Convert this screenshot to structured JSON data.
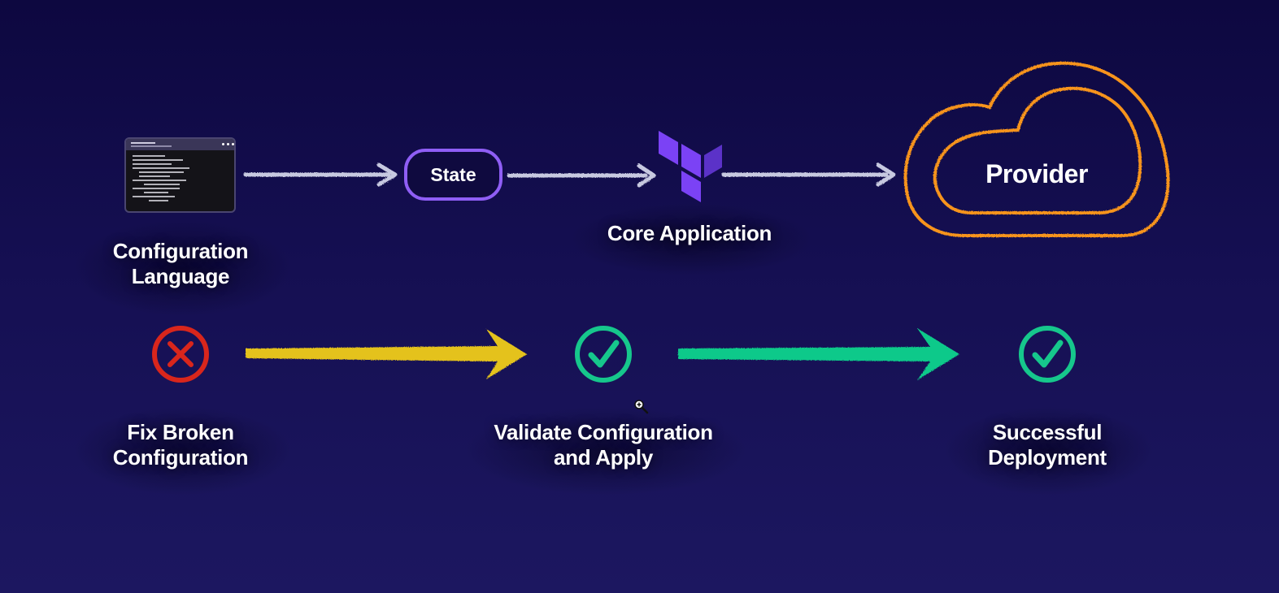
{
  "nodes": {
    "config_language": {
      "line1": "Configuration",
      "line2": "Language"
    },
    "state": {
      "label": "State"
    },
    "core_application": {
      "label": "Core Application"
    },
    "provider": {
      "label": "Provider"
    },
    "fix_broken": {
      "line1": "Fix Broken",
      "line2": "Configuration"
    },
    "validate_apply": {
      "line1": "Validate Configuration",
      "line2": "and Apply"
    },
    "successful_deployment": {
      "line1": "Successful",
      "line2": "Deployment"
    }
  },
  "icons": {
    "terminal": "terminal-window-icon",
    "core": "terraform-logo-icon",
    "provider": "cloud-icon",
    "error": "x-circle-icon",
    "success": "check-circle-icon",
    "cursor": "zoom-in-cursor-icon"
  },
  "colors": {
    "background": "#150f52",
    "state_border": "#8f5ef5",
    "core_logo": "#7b42f5",
    "cloud_outline": "#f7941d",
    "arrow_top": "#c7c9e0",
    "arrow_yellow": "#e4c21b",
    "arrow_green": "#10c98a",
    "error_red": "#d9261c",
    "success_green": "#16c78c"
  }
}
